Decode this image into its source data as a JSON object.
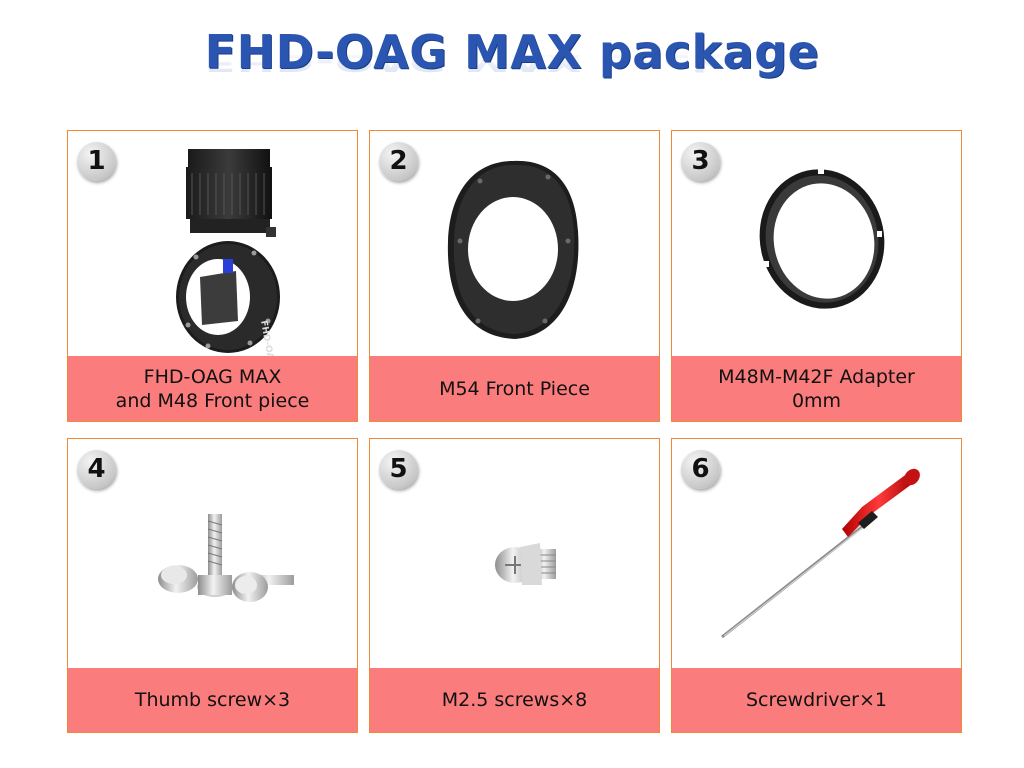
{
  "header": {
    "title": "FHD-OAG MAX package"
  },
  "items": [
    {
      "number": "1",
      "caption": "FHD-OAG MAX\nand M48 Front piece",
      "image_label": "FHD-OAG MAX"
    },
    {
      "number": "2",
      "caption": "M54 Front Piece"
    },
    {
      "number": "3",
      "caption": "M48M-M42F Adapter\n0mm"
    },
    {
      "number": "4",
      "caption": "Thumb screw×3"
    },
    {
      "number": "5",
      "caption": "M2.5 screws×8"
    },
    {
      "number": "6",
      "caption": "Screwdriver×1"
    }
  ],
  "colors": {
    "title": "#2a55b0",
    "card_border": "#f0883a",
    "caption_bg": "#fb7c7c"
  }
}
